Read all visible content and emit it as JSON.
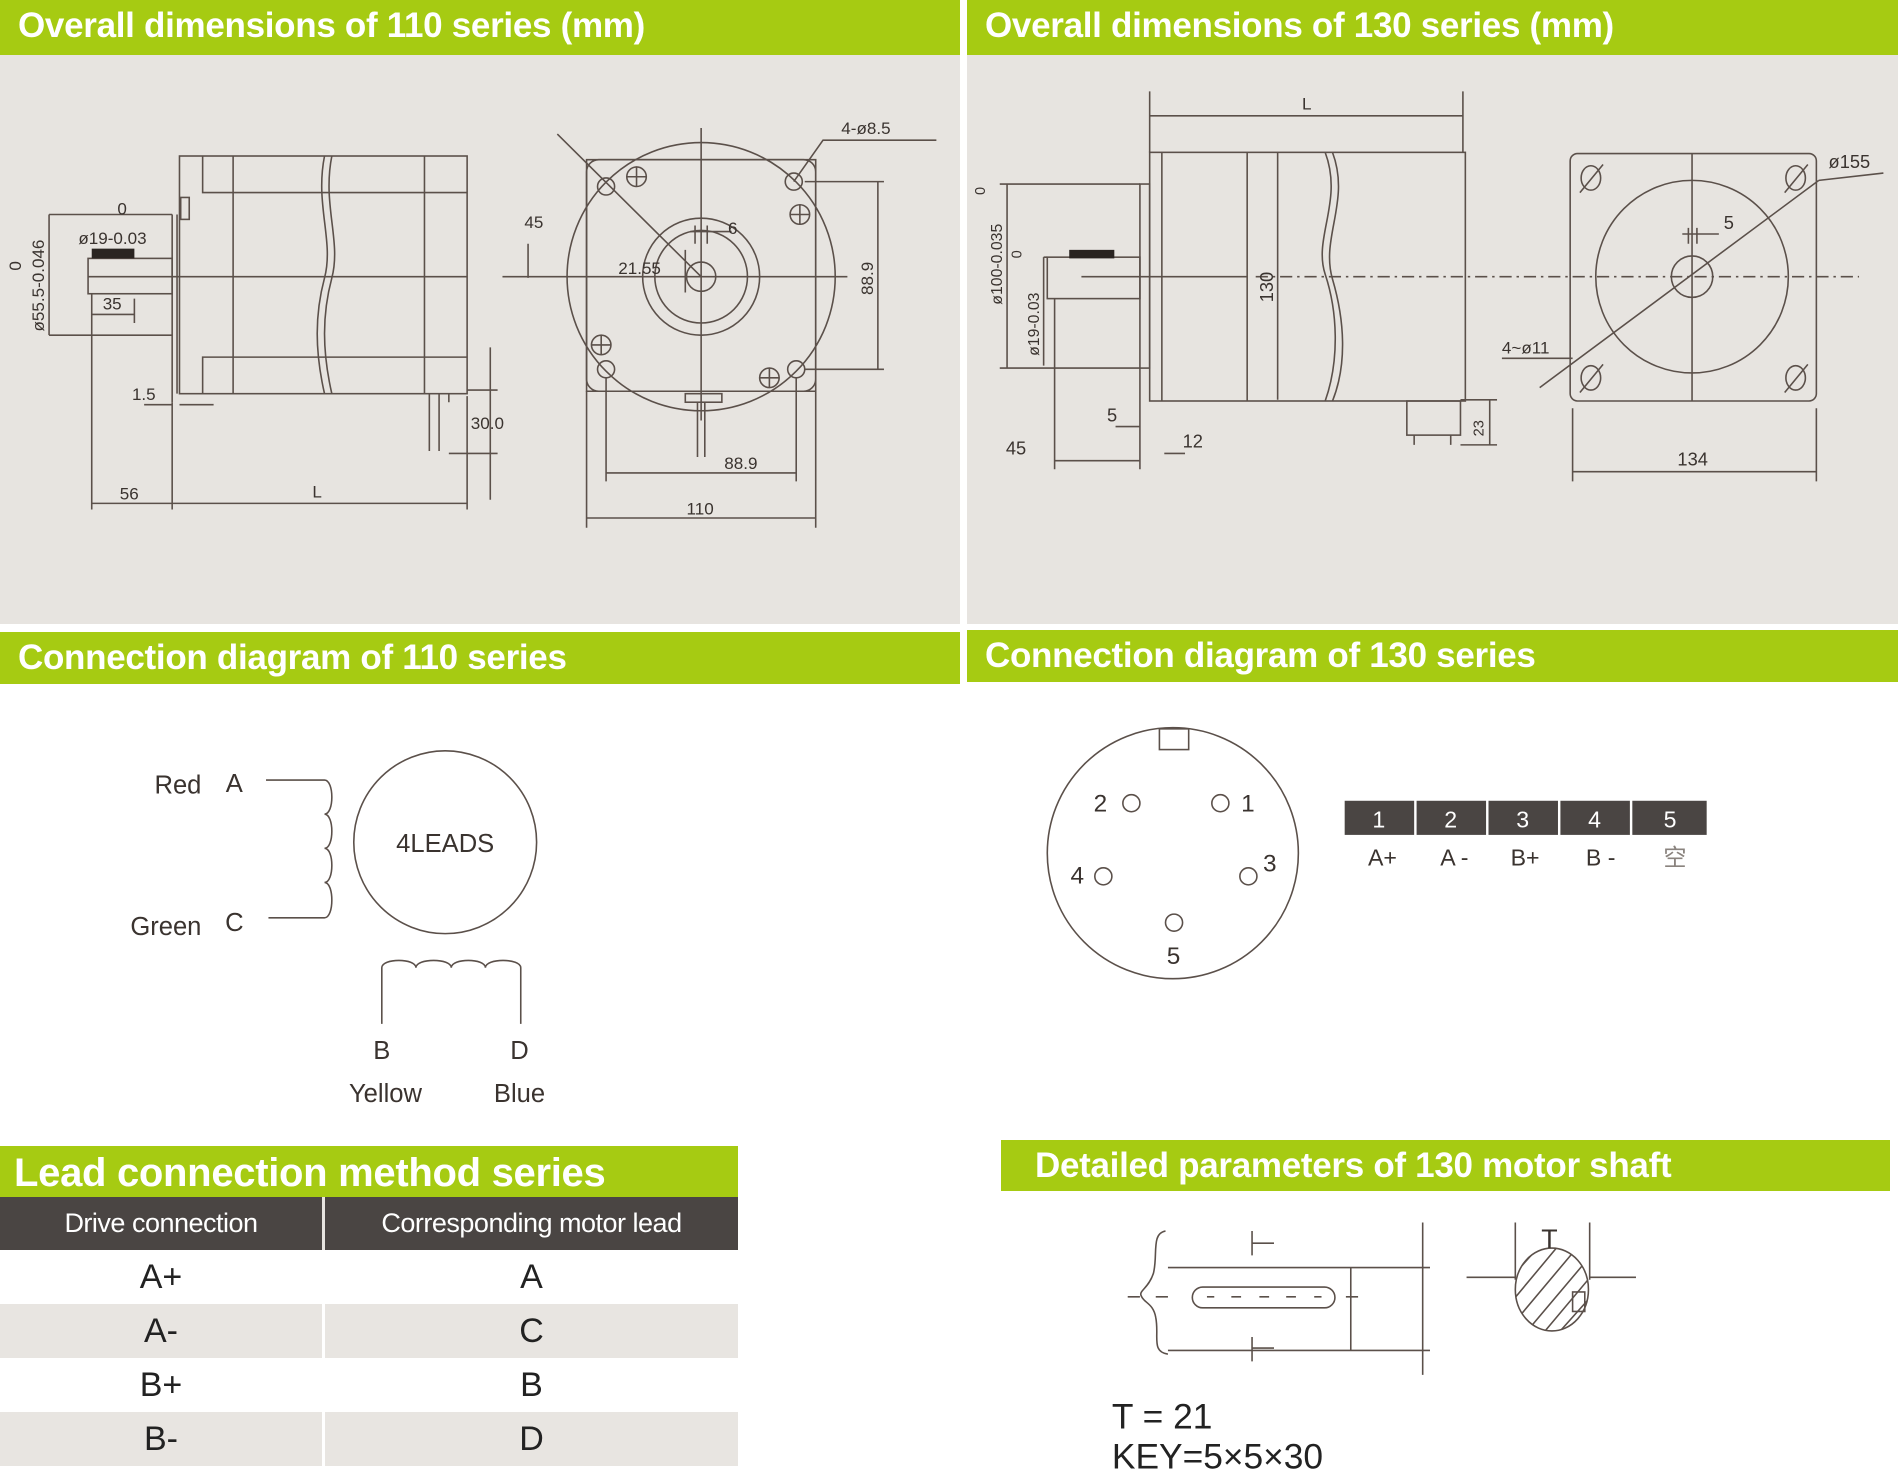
{
  "dim110": {
    "title": "Overall dimensions of 110 series (mm)",
    "labels": {
      "flange_tol_zero": "0",
      "flange_dia": "ø55.5-0.046",
      "shaft_tol_zero": "0",
      "shaft_dia": "ø19-0.03",
      "key_len": "35",
      "flange_thk": "1.5",
      "connector_len": "30.0",
      "shaft_len": "56",
      "body_len": "L",
      "angle": "45",
      "holes": "4-ø8.5",
      "key_width": "6",
      "key_depth": "21.55",
      "hole_pitch_v": "88.9",
      "hole_pitch_h": "88.9",
      "width": "110"
    }
  },
  "dim130": {
    "title": "Overall dimensions of 130 series (mm)",
    "labels": {
      "body_len": "L",
      "flange_tol_zero": "0",
      "flange_dia": "ø100-0.035",
      "shaft_tol_zero": "0",
      "shaft_dia": "ø19-0.03",
      "height": "130",
      "flange_thk": "5",
      "flange_offset": "12",
      "shaft_len": "45",
      "connector_h": "23",
      "pcd": "ø155",
      "key_width": "5",
      "holes": "4~ø11",
      "width": "134"
    }
  },
  "conn110": {
    "title": "Connection diagram of 110 series",
    "motor_label": "4LEADS",
    "leads": [
      {
        "color": "Red",
        "letter": "A"
      },
      {
        "color": "Green",
        "letter": "C"
      },
      {
        "color": "Yellow",
        "letter": "B"
      },
      {
        "color": "Blue",
        "letter": "D"
      }
    ]
  },
  "conn130": {
    "title": "Connection diagram of 130 series",
    "pins": [
      "1",
      "2",
      "3",
      "4",
      "5"
    ],
    "pin_table": [
      {
        "pin": "1",
        "signal": "A+"
      },
      {
        "pin": "2",
        "signal": "A -"
      },
      {
        "pin": "3",
        "signal": "B+"
      },
      {
        "pin": "4",
        "signal": "B -"
      },
      {
        "pin": "5",
        "signal": "空"
      }
    ]
  },
  "lead_method": {
    "title": "Lead connection method series",
    "columns": [
      "Drive connection",
      "Corresponding motor lead"
    ],
    "rows": [
      {
        "drive": "A+",
        "lead": "A"
      },
      {
        "drive": "A-",
        "lead": "C"
      },
      {
        "drive": "B+",
        "lead": "B"
      },
      {
        "drive": "B-",
        "lead": "D"
      }
    ]
  },
  "shaft130": {
    "title": "Detailed parameters of 130 motor shaft",
    "section_label": "T",
    "t_value": "T = 21",
    "key_value": "KEY=5×5×30"
  },
  "colors": {
    "accent": "#a6cb12",
    "panel": "#e7e4e0",
    "dark": "#4a4543"
  }
}
